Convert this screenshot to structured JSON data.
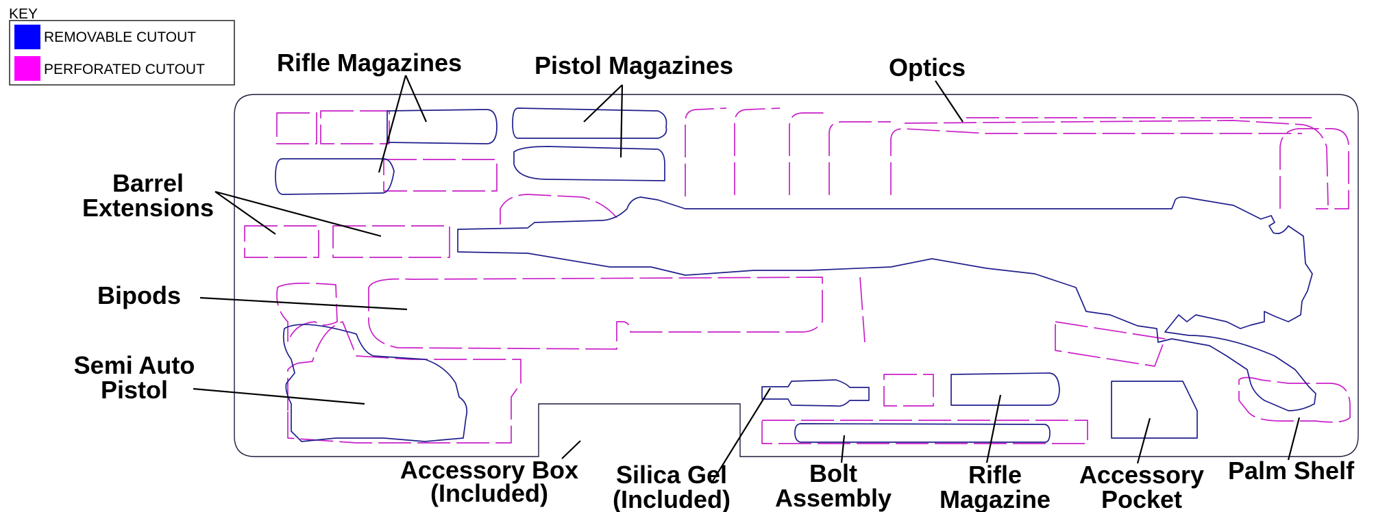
{
  "colors": {
    "removable": "#0000ff",
    "perforated": "#ff00ff",
    "removable_outline": "#1e1e8c",
    "perforated_outline": "#c81ec8"
  },
  "key": {
    "title": "KEY",
    "items": [
      {
        "label": "REMOVABLE CUTOUT",
        "color": "#0000ff"
      },
      {
        "label": "PERFORATED CUTOUT",
        "color": "#ff00ff"
      }
    ]
  },
  "callouts": {
    "rifle_magazines": "Rifle Magazines",
    "pistol_magazines": "Pistol Magazines",
    "optics": "Optics",
    "barrel_extensions": [
      "Barrel",
      "Extensions"
    ],
    "bipods": "Bipods",
    "semi_auto_pistol": [
      "Semi Auto",
      "Pistol"
    ],
    "accessory_box": [
      "Accessory Box",
      "(Included)"
    ],
    "silica_gel": [
      "Silica Gel",
      "(Included)"
    ],
    "bolt_assembly": [
      "Bolt",
      "Assembly"
    ],
    "rifle_magazine": [
      "Rifle",
      "Magazine"
    ],
    "accessory_pocket": [
      "Accessory",
      "Pocket"
    ],
    "palm_shelf": "Palm Shelf"
  }
}
